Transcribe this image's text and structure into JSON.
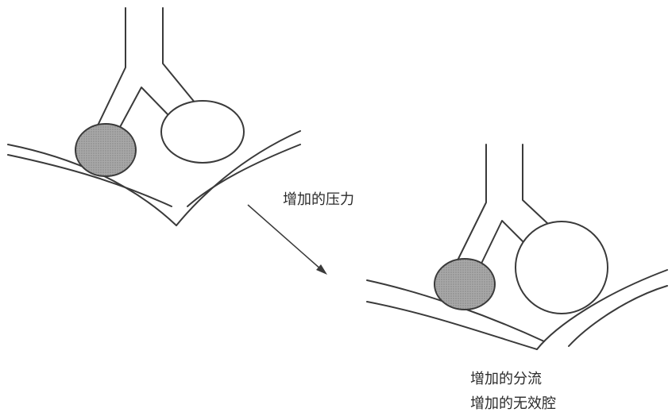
{
  "labels": {
    "pressure": "增加的压力",
    "shunt": "增加的分流",
    "deadspace": "增加的无效腔"
  },
  "colors": {
    "stroke": "#3a3a3a",
    "perfused_alveolus_fill": "#9c9c9c",
    "ventilated_alveolus_fill": "#ffffff"
  }
}
